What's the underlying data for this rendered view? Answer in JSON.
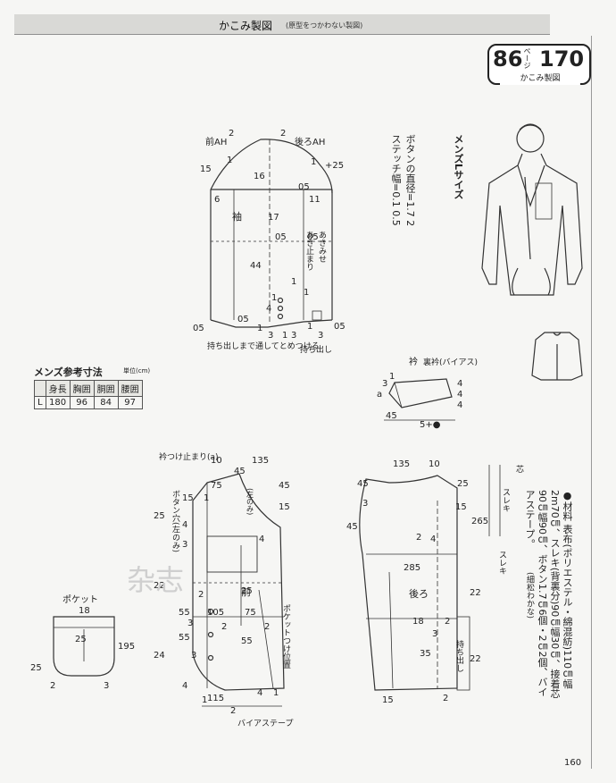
{
  "header": {
    "title": "かこみ製図",
    "subtitle": "(原型をつかわない製図)"
  },
  "badge": {
    "page_ref": "86",
    "page_ref_unit": "ページ",
    "page_num": "170",
    "label": "かこみ製図"
  },
  "size_label": "メンズLサイズ",
  "button_note": [
    "ボタンの直径=1.7 2",
    "ステッチ幅=0.1 0.5"
  ],
  "materials": {
    "bullet": "●",
    "heading": "材料",
    "lines": [
      "表布(ポリエステル・綿混紡)110㎝幅",
      "2m70㎝、スレキ(背裏分)90㎝幅30㎝、接着芯",
      "90㎝幅90㎝、ボタン1.7㎝6個・2㎝2個、バイ",
      "アステープ。"
    ],
    "note": "(細松わかな)"
  },
  "size_table": {
    "title": "メンズ参考寸法",
    "unit": "単位(cm)",
    "headers": [
      "",
      "身長",
      "胸囲",
      "胴囲",
      "腰囲"
    ],
    "rows": [
      [
        "L",
        "180",
        "96",
        "84",
        "97"
      ]
    ]
  },
  "sleeve": {
    "label_front_ah": "前AH",
    "label_back_ah": "後ろAH",
    "label_sleeve": "袖",
    "note_opening": "あき止まり",
    "note_open_stitch": "あきみせ",
    "note_overlap": "持ち出しまで通してとめつける",
    "note_tab": "持ち出し",
    "nums": [
      "2",
      "2",
      "15",
      "16",
      "+25",
      "1",
      "1",
      "6",
      "05",
      "11",
      "17",
      "05",
      "05",
      "44",
      "1",
      "1",
      "1",
      "4",
      "3",
      "3",
      "3",
      "1",
      "05",
      "05",
      "05",
      "1",
      "1"
    ]
  },
  "collar": {
    "label": "衿",
    "sub": "裏衿(バイアス)",
    "nums": [
      "1",
      "3",
      "a",
      "4",
      "4",
      "4",
      "45",
      "5+●"
    ]
  },
  "front": {
    "label_collar_stop": "衿つけ止まり(a)",
    "label_button_hole": "ボタン穴(左のみ)",
    "label_left_only": "(左のみ)",
    "label_front": "前",
    "label_pocket_pos": "ポケットつけ位置",
    "label_bias": "バイアステープ",
    "nums": [
      "10",
      "135",
      "45",
      "75",
      "15",
      "1",
      "45",
      "25",
      "4",
      "15",
      "3",
      "4",
      "22",
      "2",
      "25",
      "55",
      "105",
      "3",
      "75",
      "2",
      "2",
      "55",
      "55",
      "24",
      "3",
      "4",
      "1",
      "115",
      "4",
      "1",
      "2"
    ]
  },
  "back": {
    "label_back": "後ろ",
    "label_tab": "持ち出し",
    "label_sleki": "スレキ",
    "label_shin": "芯",
    "nums": [
      "135",
      "10",
      "45",
      "25",
      "15",
      "265",
      "45",
      "3",
      "2",
      "4",
      "285",
      "22",
      "18",
      "2",
      "3",
      "35",
      "22",
      "2",
      "15"
    ]
  },
  "pocket": {
    "label": "ポケット",
    "nums": [
      "18",
      "25",
      "195",
      "25",
      "2",
      "3"
    ]
  },
  "watermark": "杂志",
  "page_number": "160"
}
